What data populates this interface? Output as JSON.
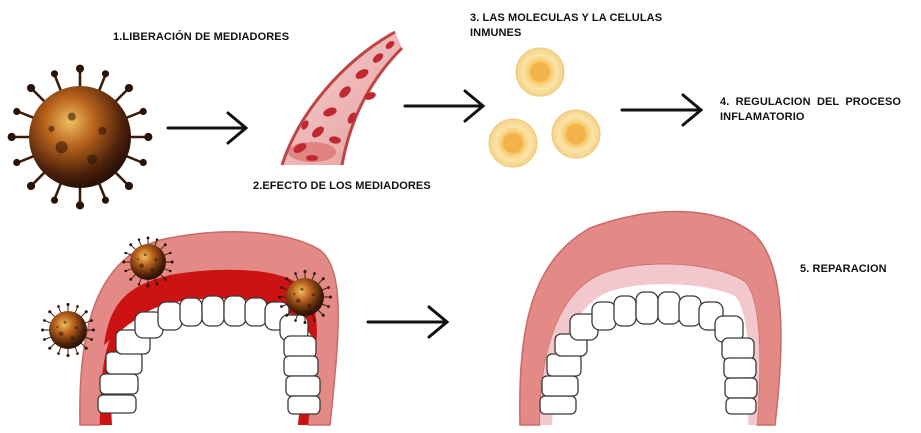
{
  "steps": {
    "step1": "1.LIBERACIÓN DE MEDIADORES",
    "step2": "2.EFECTO DE LOS MEDIADORES",
    "step3_line1": "3. LAS MOLECULAS Y LA CELULAS",
    "step3_line2": "INMUNES",
    "step4_line1": "4.  REGULACION  DEL  PROCESO",
    "step4_line2": "INFLAMATORIO",
    "step5": "5. REPARACION"
  },
  "colors": {
    "virus_dark": "#3a1a08",
    "virus_light": "#e0a040",
    "blood_red": "#c0282f",
    "cell_yellow": "#f6cf76",
    "cell_core": "#f0b44a",
    "gum_pink": "#e48a86",
    "gum_inflamed": "#d01818",
    "gum_healthy_inner": "#f2c8cc"
  },
  "icons": [
    "virus-icon",
    "blood-vessel-icon",
    "immune-cell-icon",
    "arrow-right-icon",
    "inflamed-gum-icon",
    "healthy-gum-icon"
  ]
}
